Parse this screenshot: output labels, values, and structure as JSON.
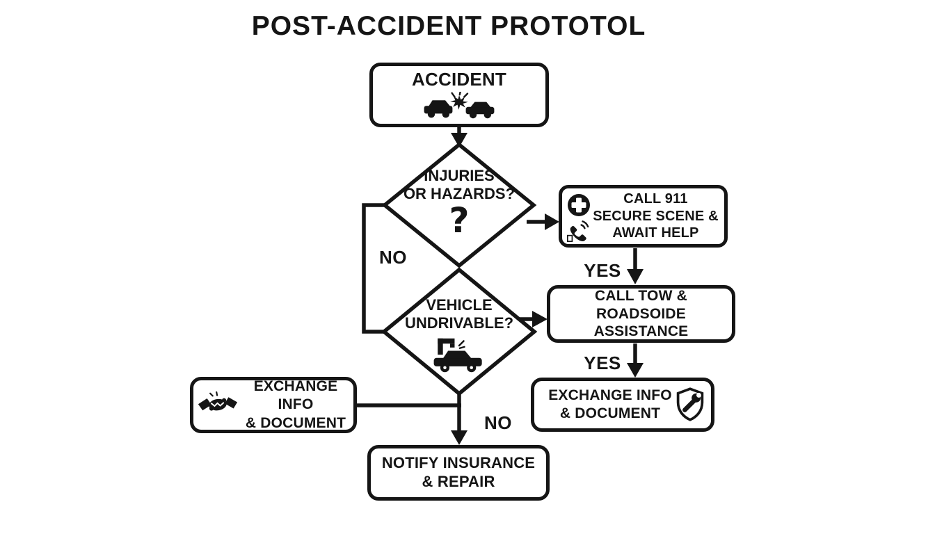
{
  "title": "POST-ACCIDENT PROTOTOL",
  "colors": {
    "ink": "#151515",
    "background": "#ffffff"
  },
  "nodes": {
    "accident": {
      "label": "ACCIDENT",
      "icon": "car-crash-icon"
    },
    "injuries_decision": {
      "line1": "INJURIES",
      "line2": "OR HAZARDS?",
      "mark": "?"
    },
    "call_911": {
      "line1": "CALL 911",
      "line2": "SECURE SCENE &",
      "line3": "AWAIT HELP",
      "icons": [
        "medical-cross-icon",
        "phone-call-icon"
      ]
    },
    "call_tow": {
      "line1": "CALL TOW &",
      "line2": "ROADSOIDE ASSISTANCE"
    },
    "vehicle_decision": {
      "line1": "VEHICLE",
      "line2": "UNDRIVABLE?",
      "icon": "towed-car-icon"
    },
    "exchange_info_left": {
      "line1": "EXCHANGE INFO",
      "line2": "& DOCUMENT",
      "icon": "handshake-icon"
    },
    "exchange_info_right": {
      "line1": "EXCHANGE INFO",
      "line2": "& DOCUMENT",
      "icon": "shield-wrench-icon"
    },
    "notify_insurance": {
      "line1": "NOTIFY INSURANCE",
      "line2": "& REPAIR"
    }
  },
  "edge_labels": {
    "injuries_no": "NO",
    "call911_yes": "YES",
    "calltow_yes": "YES",
    "vehicle_no": "NO"
  }
}
